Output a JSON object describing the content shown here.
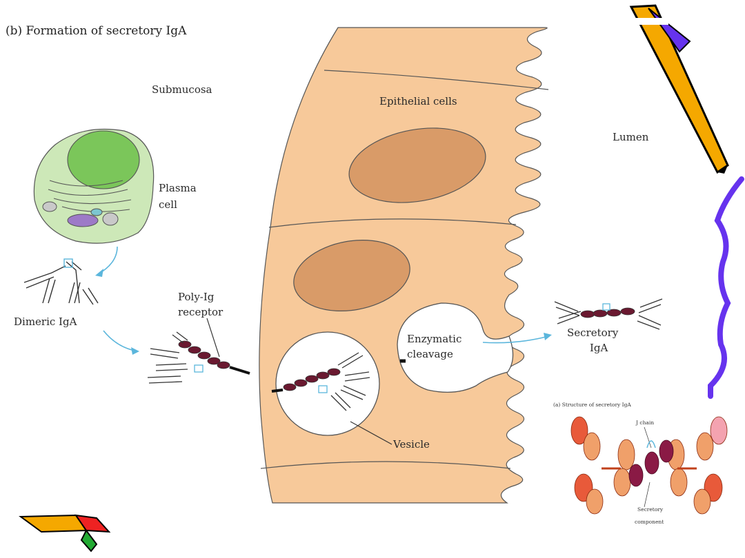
{
  "slide": {
    "title": "(b) Formation of secretory IgA"
  },
  "labels": {
    "submucosa": "Submucosa",
    "epithelial_cells": "Epithelial cells",
    "lumen": "Lumen",
    "plasma_cell_line1": "Plasma",
    "plasma_cell_line2": "cell",
    "dimeric_iga": "Dimeric IgA",
    "poly_ig_line1": "Poly-Ig",
    "poly_ig_line2": "receptor",
    "enzymatic_line1": "Enzymatic",
    "enzymatic_line2": "cleavage",
    "secretory_line1": "Secretory",
    "secretory_line2": "IgA",
    "vesicle": "Vesicle"
  },
  "inset": {
    "title": "(a) Structure of secretory IgA",
    "j_chain": "J chain",
    "secretory_component_line1": "Secretory",
    "secretory_component_line2": "component"
  },
  "colors": {
    "epithelium": "#f7c99a",
    "nucleus": "#d99b68",
    "plasma_cell": "#cde8b8",
    "plasma_nucleus": "#7bc65a",
    "receptor": "#6a1930",
    "arrow": "#5bb6dc",
    "pencil_yellow": "#f5a800",
    "pencil_purple": "#6633ee"
  },
  "decorations": [
    "pencil-top-right",
    "pencil-bottom-left",
    "purple-squiggle"
  ]
}
